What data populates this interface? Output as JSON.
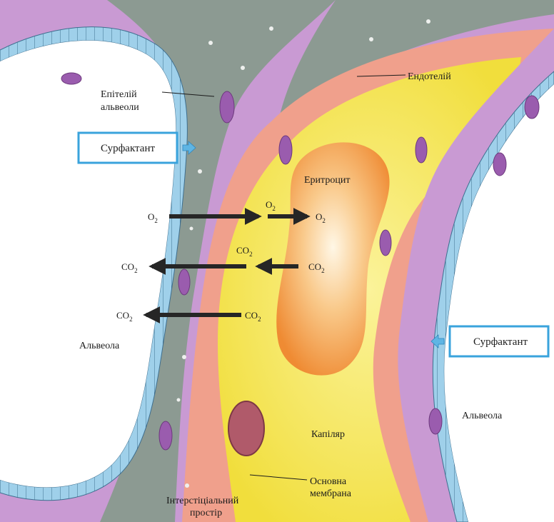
{
  "labels": {
    "epithelium_line1": "Епітелій",
    "epithelium_line2": "альвеоли",
    "endothelium": "Ендотелій",
    "erythrocyte": "Еритроцит",
    "alveola_left": "Альвеола",
    "alveola_right": "Альвеола",
    "capillary": "Капіляр",
    "basement_line1": "Основна",
    "basement_line2": "мембрана",
    "interstitial_line1": "Інтерстіціальний",
    "interstitial_line2": "простір"
  },
  "surfactant": {
    "left": "Сурфактант",
    "right": "Сурфактант"
  },
  "gases": {
    "o2_base": "O",
    "co2_base": "CO",
    "subscript": "2"
  },
  "colors": {
    "alveolar_space": "#ffffff",
    "epithelium": "#c99ad3",
    "epithelium_nucleus": "#9a5cae",
    "surfactant_lining": "#9fd0ea",
    "interstitium": "#8c9a92",
    "endothelium": "#f0a08c",
    "plasma": "#f5e84a",
    "erythrocyte": "#f39a3f",
    "arrow": "#262626",
    "surfactant_box": "#3aa3dc"
  }
}
